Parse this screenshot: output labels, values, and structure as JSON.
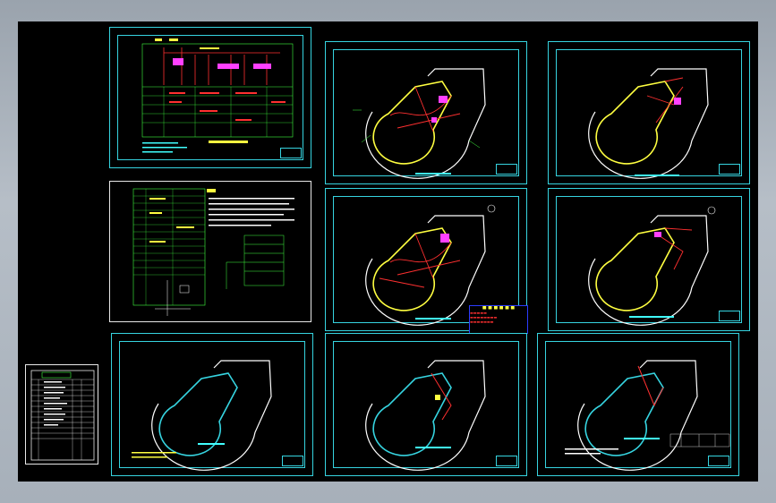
{
  "app": {
    "theme": "cad-dark",
    "accent": "#36d4e0",
    "background": "#000000"
  },
  "sheets": [
    {
      "id": "power-system",
      "kind": "schematic"
    },
    {
      "id": "legend-notes",
      "kind": "notes"
    },
    {
      "id": "index",
      "kind": "table"
    },
    {
      "id": "plan-1",
      "kind": "floorplan"
    },
    {
      "id": "plan-2",
      "kind": "floorplan"
    },
    {
      "id": "plan-3",
      "kind": "floorplan"
    },
    {
      "id": "plan-4",
      "kind": "floorplan"
    },
    {
      "id": "plan-5",
      "kind": "floorplan"
    },
    {
      "id": "plan-6",
      "kind": "floorplan"
    },
    {
      "id": "plan-7",
      "kind": "floorplan"
    }
  ],
  "colors": {
    "frame": "#36d4e0",
    "wall": "#ffffff",
    "wiring": "#ff3030",
    "fixture": "#ffff40",
    "device": "#ff40ff",
    "grid": "#40ff40"
  }
}
